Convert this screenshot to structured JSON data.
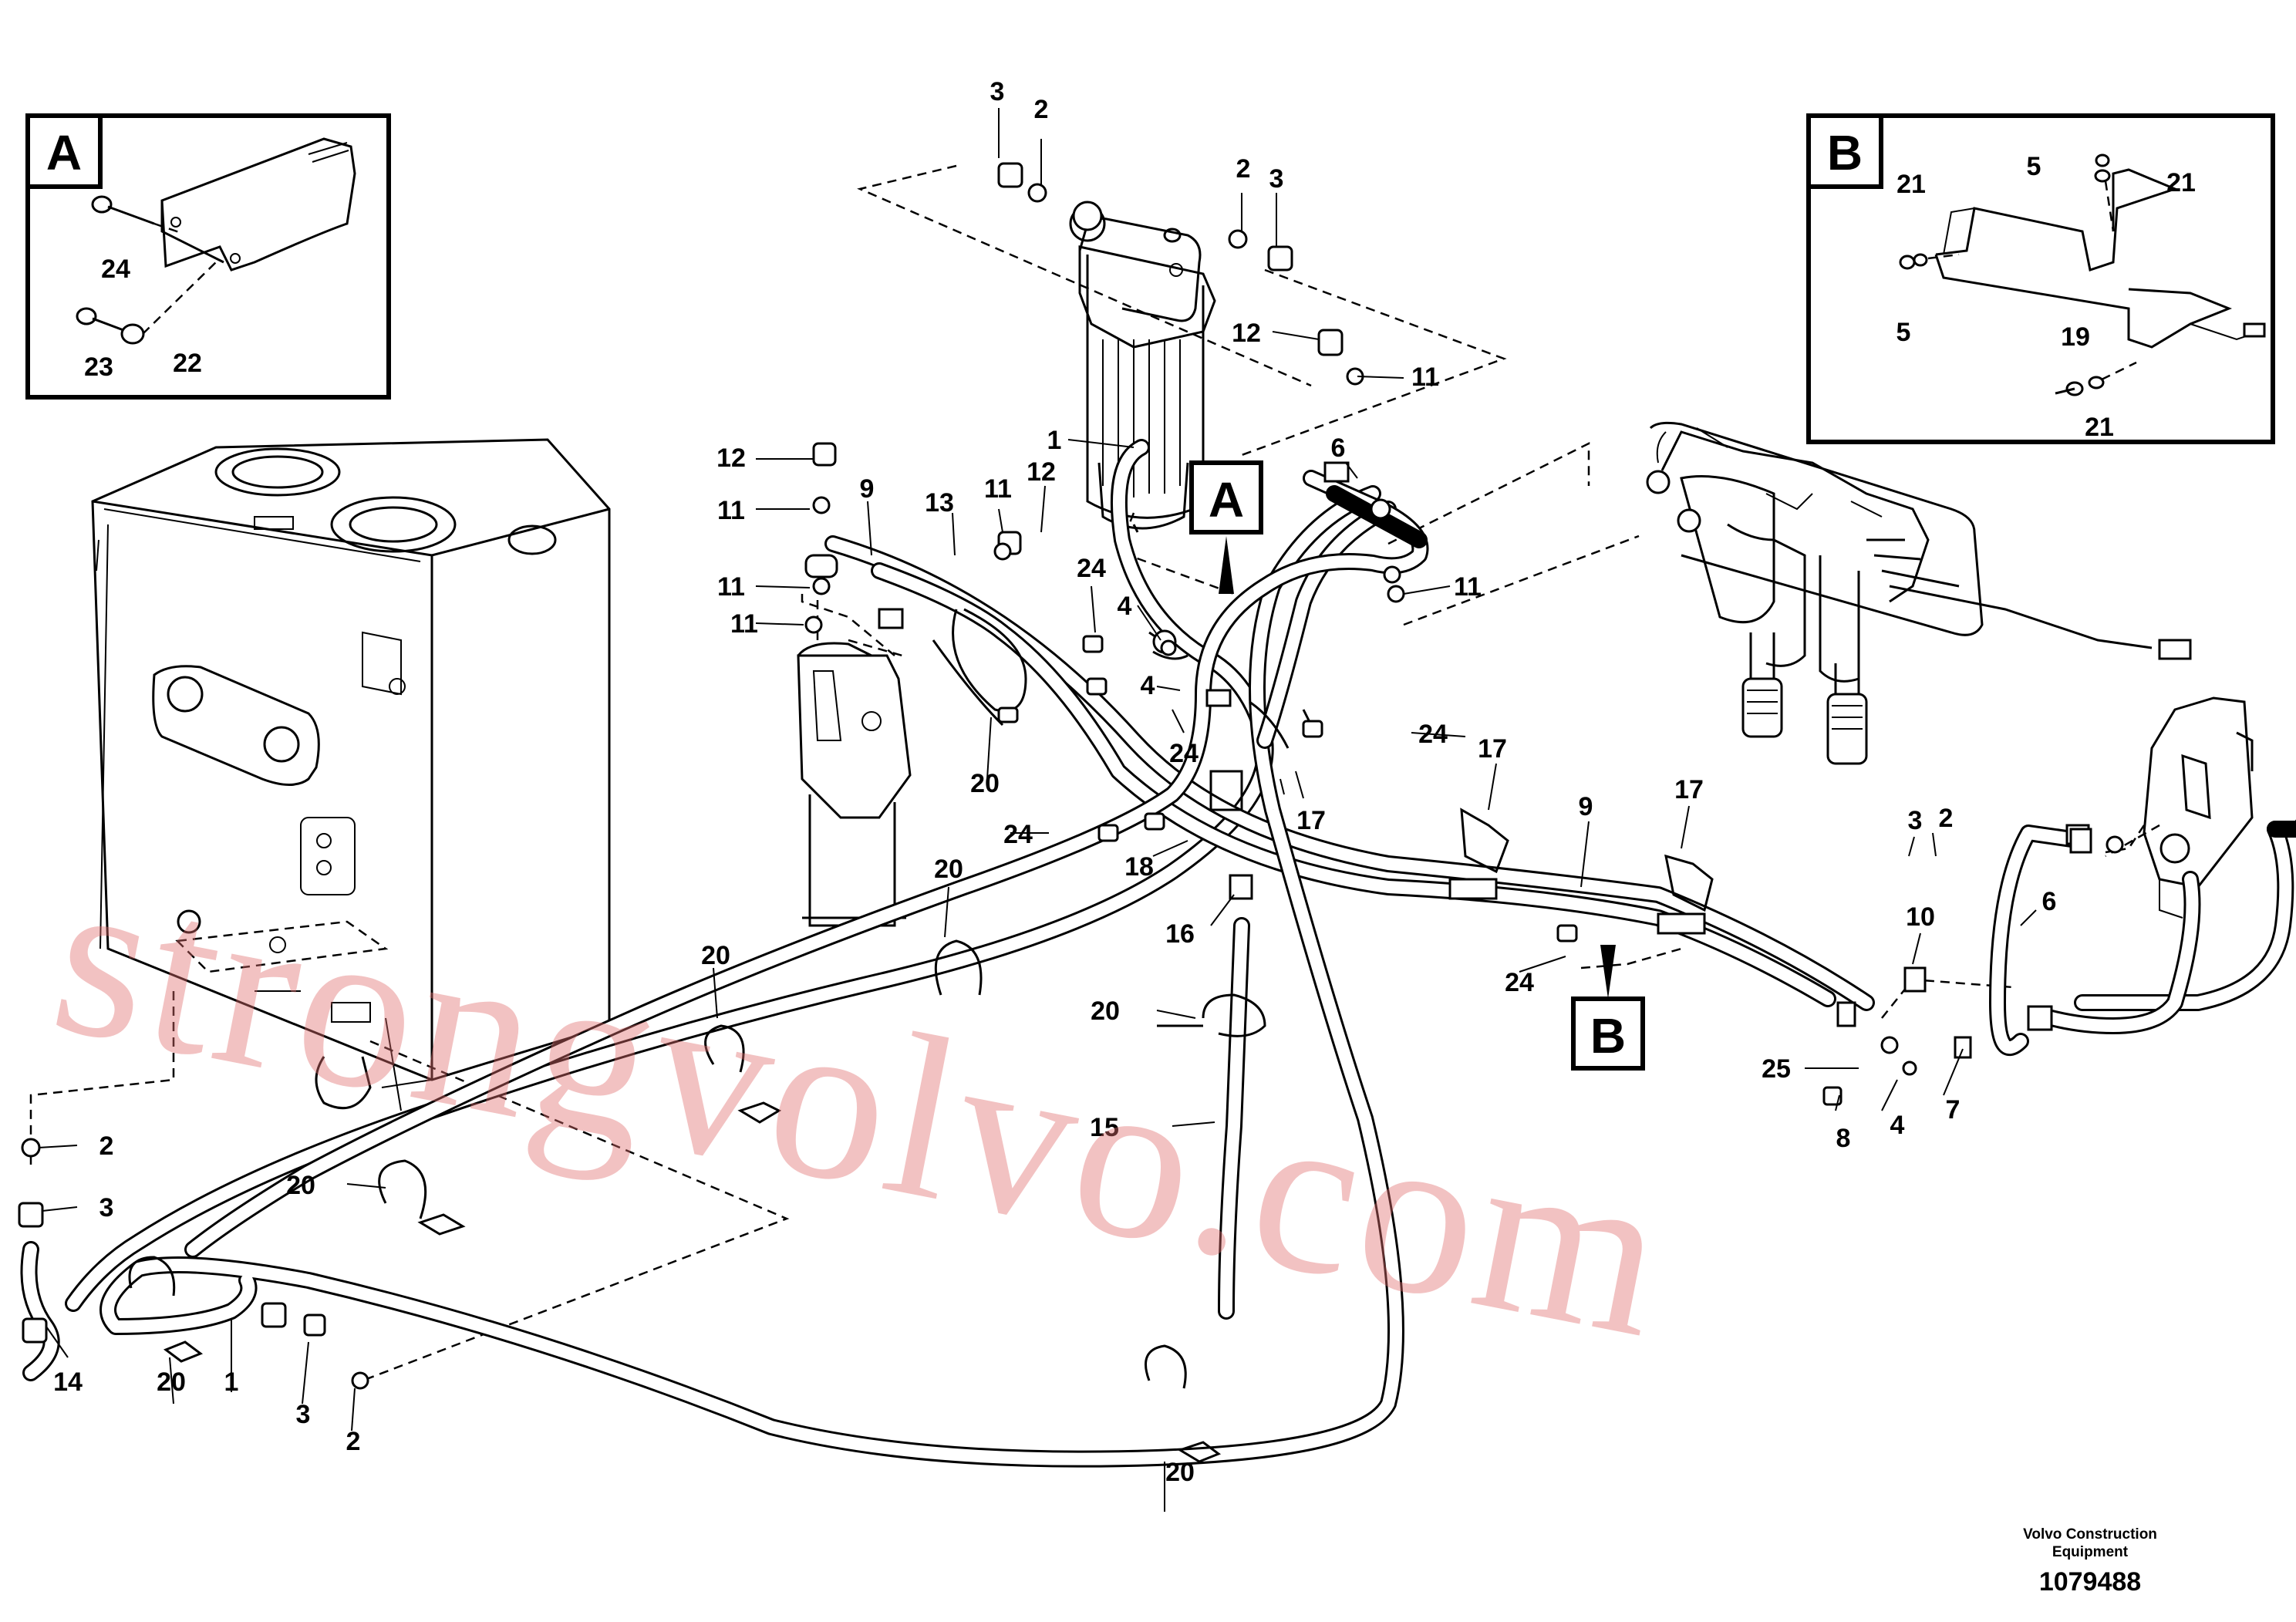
{
  "diagram": {
    "inset_a_letter": "A",
    "inset_b_letter": "B",
    "marker_a_letter": "A",
    "marker_b_letter": "B",
    "watermark": "strongvolvo.com",
    "footer": {
      "line1": "Volvo Construction",
      "line2": "Equipment",
      "number": "1079488"
    },
    "callouts": {
      "c_a24": "24",
      "c_a23": "23",
      "c_a22": "22",
      "c_b21a": "21",
      "c_b5a": "5",
      "c_b21b": "21",
      "c_b5b": "5",
      "c_b19": "19",
      "c_b21c": "21",
      "c_3top": "3",
      "c_2top": "2",
      "c_2topr": "2",
      "c_3topr": "3",
      "c_12r": "12",
      "c_11r": "11",
      "c_1top": "1",
      "c_6top": "6",
      "c_11rr": "11",
      "c_12l": "12",
      "c_11l1": "11",
      "c_11l2": "11",
      "c_11l3": "11",
      "c_9a": "9",
      "c_13": "13",
      "c_11m": "11",
      "c_12m": "12",
      "c_24a": "24",
      "c_4a": "4",
      "c_4b": "4",
      "c_24b": "24",
      "c_24c": "24",
      "c_17a": "17",
      "c_20a": "20",
      "c_24d": "24",
      "c_18": "18",
      "c_16": "16",
      "c_20b": "20",
      "c_20c": "20",
      "c_20d": "20",
      "c_15": "15",
      "c_17b": "17",
      "c_9b": "9",
      "c_17c": "17",
      "c_24e": "24",
      "c_3r": "3",
      "c_2r": "2",
      "c_6r": "6",
      "c_10": "10",
      "c_25": "25",
      "c_8": "8",
      "c_4r": "4",
      "c_7": "7",
      "c_2l": "2",
      "c_3l": "3",
      "c_20e": "20",
      "c_14": "14",
      "c_20f": "20",
      "c_1b": "1",
      "c_3b": "3",
      "c_2b": "2",
      "c_20g": "20"
    }
  }
}
